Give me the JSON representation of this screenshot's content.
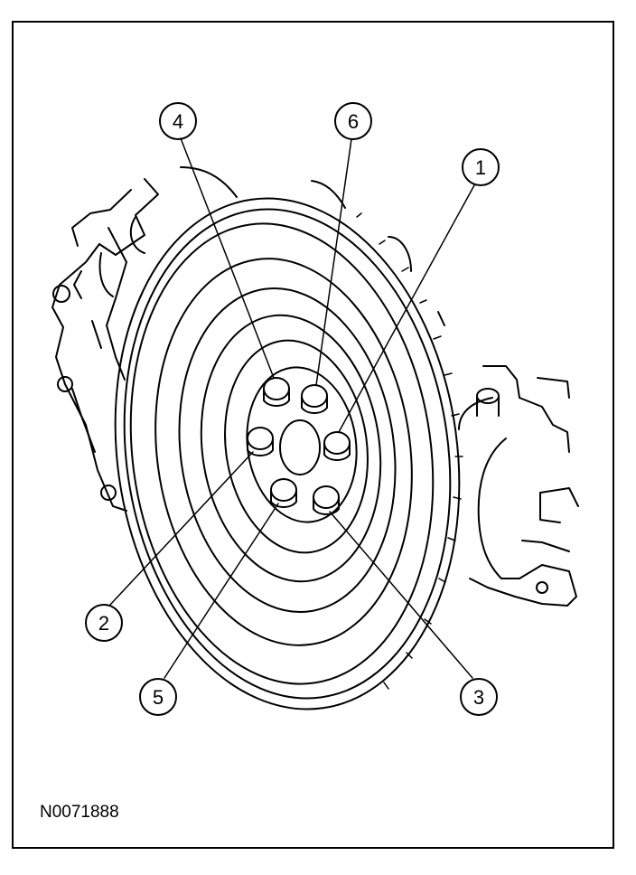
{
  "figure": {
    "id_text": "N0071888",
    "callouts": [
      {
        "number": "1",
        "meaning": "bolt"
      },
      {
        "number": "2",
        "meaning": "bolt"
      },
      {
        "number": "3",
        "meaning": "bolt"
      },
      {
        "number": "4",
        "meaning": "bolt"
      },
      {
        "number": "5",
        "meaning": "bolt"
      },
      {
        "number": "6",
        "meaning": "bolt"
      }
    ]
  }
}
